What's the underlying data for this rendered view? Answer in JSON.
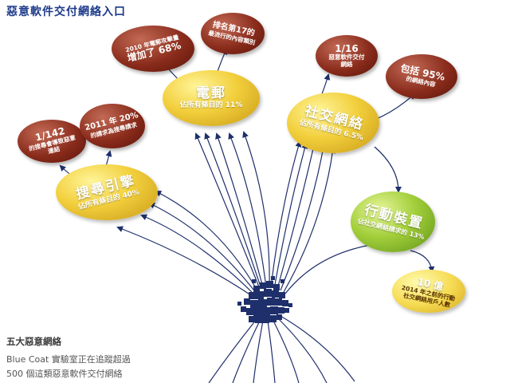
{
  "header": {
    "title": "惡意軟件交付網絡入口"
  },
  "hubs": {
    "search": {
      "title": "搜尋引擎",
      "subtitle": "佔所有條目的 40%"
    },
    "email": {
      "title": "電郵",
      "subtitle": "佔所有條目的 11%"
    },
    "social": {
      "title": "社交網絡",
      "subtitle": "佔所有條目的 6.5%"
    },
    "mobile": {
      "title": "行動裝置",
      "subtitle": "佔社交網絡請求的 13%"
    }
  },
  "facts": {
    "search_a": {
      "value": "1/142",
      "text": "的搜尋會導致惡意連結"
    },
    "search_b": {
      "value": "2011 年 20%",
      "text": "的請求為搜尋請求"
    },
    "email_a": {
      "value": "增加了 68%",
      "text": "2010 年電郵攻擊量"
    },
    "email_b": {
      "value": "排名第17的",
      "text": "最流行的內容類別"
    },
    "social_a": {
      "value": "1/16",
      "text": "惡意軟件交付網絡"
    },
    "social_b": {
      "value": "包括 95%",
      "text": "的網絡內容"
    },
    "mobile_a": {
      "value": "10 億",
      "text": "2014 年之前的行動社交網絡用戶人數"
    }
  },
  "footer": {
    "title": "五大惡意網絡",
    "line1": "Blue Coat 實驗室正在追蹤超過",
    "line2": "500 個這類惡意軟件交付網絡"
  },
  "colors": {
    "title_blue": "#1d3a8a",
    "arrow_navy": "#1e2f6b",
    "hub_gold": "#f2cf3c",
    "hub_green": "#a3cf3b",
    "fact_brown": "#8a2c1c"
  }
}
